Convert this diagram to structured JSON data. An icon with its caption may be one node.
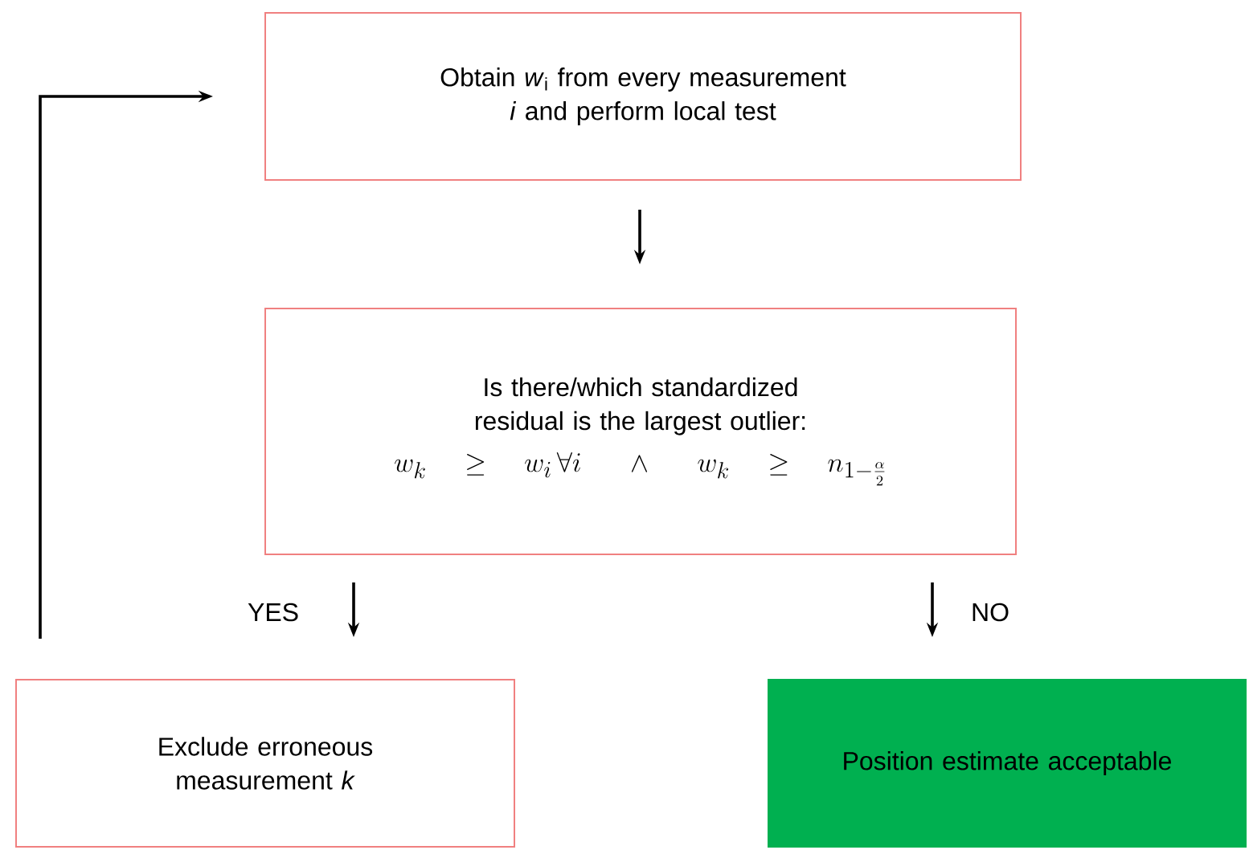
{
  "diagram": {
    "nodes": [
      {
        "text": [
          "Obtain *w*$_{i}$ from every measurement *i* and perform local test"
        ]
      },
      {
        "text": [
          "Is there/which standardized residual is the largest outlier:",
          "w_k \\;\\geq\\; w_i \\,\\forall i \\;\\;\\wedge\\;\\; w_k \\;\\geq\\; n_{1-\\frac{\\alpha}{2}}"
        ]
      },
      {
        "text": [
          "Exclude erroneous measurement *k*"
        ]
      },
      {
        "text": [
          "Position estimate acceptable"
        ]
      }
    ],
    "edges": [
      {
        "from": 0,
        "to": 1,
        "arrow": "to"
      },
      {
        "from": 1,
        "to": 2,
        "arrow": "to",
        "label": "YES"
      },
      {
        "from": 1,
        "to": 3,
        "arrow": "to",
        "label": "NO"
      },
      {
        "from": 2,
        "to": 0,
        "arrow": "to"
      }
    ]
  }
}
